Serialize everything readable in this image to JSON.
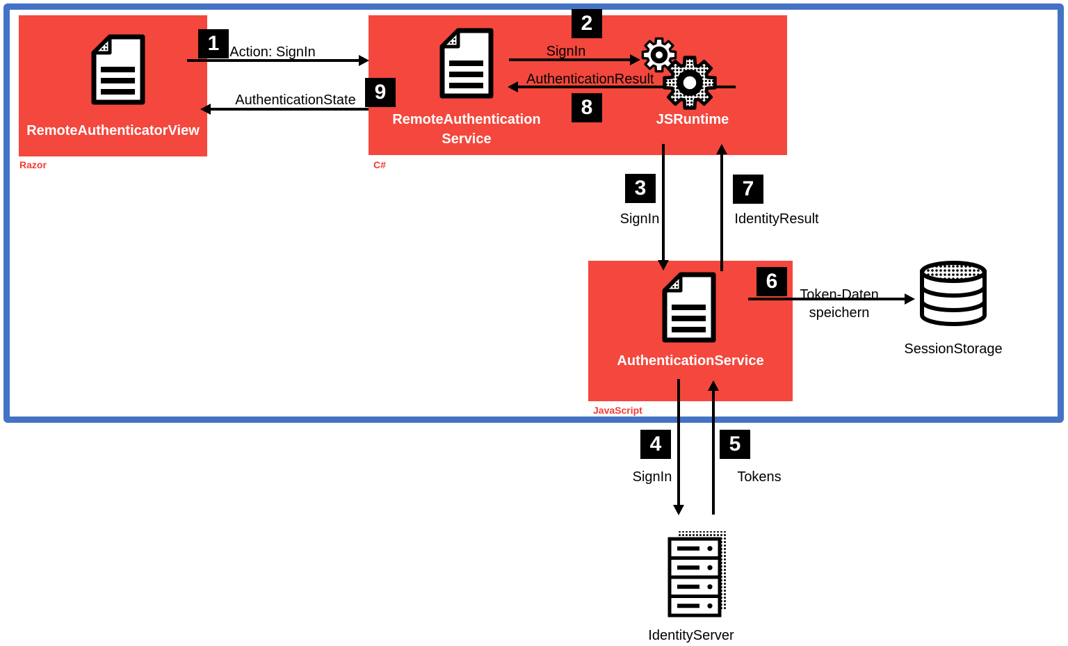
{
  "diagram": {
    "boxes": {
      "razor": {
        "title": "RemoteAuthenticatorView",
        "tag": "Razor"
      },
      "csharp": {
        "title_line1": "RemoteAuthentication",
        "title_line2": "Service",
        "jsruntime_label": "JSRuntime",
        "tag": "C#"
      },
      "javascript": {
        "title": "AuthenticationService",
        "tag": "JavaScript"
      }
    },
    "nodes": {
      "session_storage": "SessionStorage",
      "identity_server": "IdentityServer"
    },
    "steps": [
      {
        "num": "1",
        "label": "Action: SignIn"
      },
      {
        "num": "2",
        "label": "SignIn"
      },
      {
        "num": "3",
        "label": "SignIn"
      },
      {
        "num": "4",
        "label": "SignIn"
      },
      {
        "num": "5",
        "label": "Tokens"
      },
      {
        "num": "6",
        "label_line1": "Token-Daten",
        "label_line2": "speichern"
      },
      {
        "num": "7",
        "label": "IdentityResult"
      },
      {
        "num": "8",
        "label": "AuthenticationResult"
      },
      {
        "num": "9",
        "label": "AuthenticationState"
      }
    ],
    "colors": {
      "box_red": "#F4473D",
      "border_blue": "#4472C4",
      "badge_black": "#000000",
      "tag_red": "#F23B30"
    }
  }
}
